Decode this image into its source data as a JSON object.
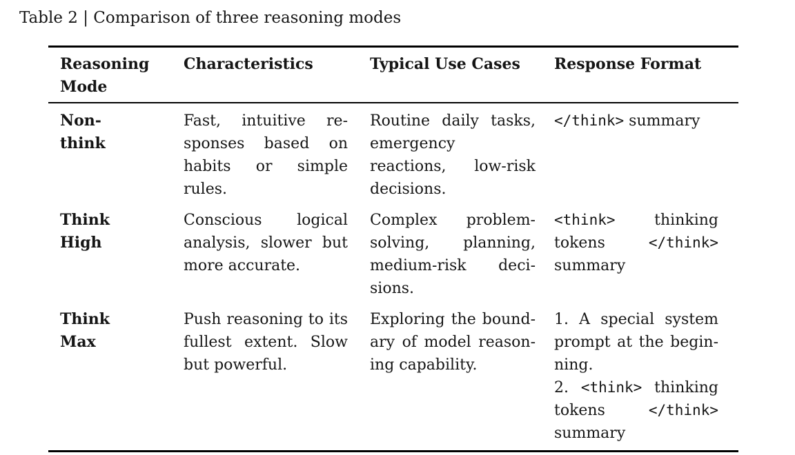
{
  "page": {
    "background": "#ffffff",
    "text_color": "#151515"
  },
  "table": {
    "caption": "Table 2 | Comparison of three reasoning modes",
    "headers": [
      "Reasoning Mode",
      "Characteristics",
      "Typical Use Cases",
      "Response Format"
    ],
    "rows": [
      {
        "mode": "Non-think",
        "characteristics": "Fast, intuitive re­sponses based on habits or simple rules.",
        "use_cases": "Routine daily tasks, emergency reactions, low-risk decisions.",
        "response_format": [
          [
            {
              "text": "</think>",
              "mono": true
            },
            {
              "text": " summary",
              "mono": false
            }
          ]
        ]
      },
      {
        "mode": "Think High",
        "characteristics": "Conscious logical analysis, slower but more accurate.",
        "use_cases": "Complex problem-solving, planning, medium-risk deci­sions.",
        "response_format": [
          [
            {
              "text": "<think>",
              "mono": true
            },
            {
              "text": " thinking tokens ",
              "mono": false
            },
            {
              "text": "</think>",
              "mono": true
            },
            {
              "text": " summary",
              "mono": false
            }
          ]
        ]
      },
      {
        "mode": "Think Max",
        "characteristics": "Push reasoning to its fullest extent. Slow but powerful.",
        "use_cases": "Exploring the bound­ary of model reason­ing capability.",
        "response_format": [
          [
            {
              "text": "1. A special system prompt at the begin­ning.",
              "mono": false
            }
          ],
          [
            {
              "text": "2. ",
              "mono": false
            },
            {
              "text": "<think>",
              "mono": true
            },
            {
              "text": " thinking tokens ",
              "mono": false
            },
            {
              "text": "</think>",
              "mono": true
            },
            {
              "text": " summary",
              "mono": false
            }
          ]
        ]
      }
    ]
  }
}
